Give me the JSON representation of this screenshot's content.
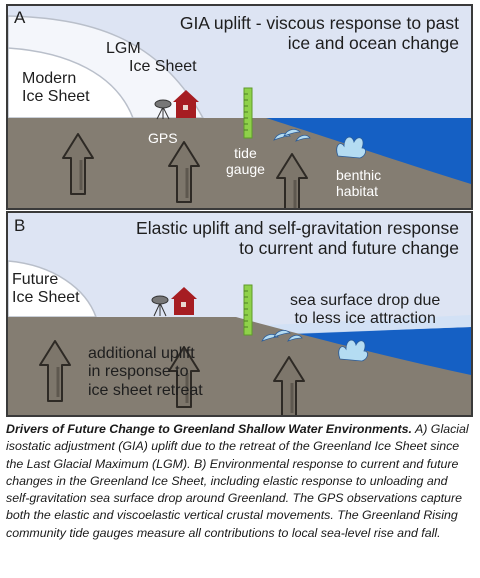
{
  "panel_a": {
    "letter": "A",
    "title_line1": "GIA uplift - viscous response to past",
    "title_line2": "ice and ocean change",
    "modern_ice_line1": "Modern",
    "modern_ice_line2": "Ice Sheet",
    "lgm_line1": "LGM",
    "lgm_line2": "Ice Sheet",
    "gps": "GPS",
    "tide_line1": "tide",
    "tide_line2": "gauge",
    "benthic_line1": "benthic",
    "benthic_line2": "habitat"
  },
  "panel_b": {
    "letter": "B",
    "title_line1": "Elastic uplift and self-gravitation response",
    "title_line2": "to current and future change",
    "future_line1": "Future",
    "future_line2": "Ice Sheet",
    "sea_drop_line1": "sea surface drop due",
    "sea_drop_line2": "to less ice attraction",
    "uplift_line1": "additional uplift",
    "uplift_line2": "in response to",
    "uplift_line3": "ice sheet retreat"
  },
  "caption": {
    "title": "Drivers of Future Change to Greenland Shallow Water Environments.",
    "body": " A) Glacial isostatic adjustment (GIA) uplift due to the retreat of the Greenland Ice Sheet since the Last Glacial Maximum (LGM). B) Environmental response to current and future changes in the Greenland Ice Sheet, including elastic response to unloading and self-gravitation sea surface drop around Greenland. The GPS observations capture both the elastic and viscoelastic vertical crustal movements. The Greenland Rising community tide gauges measure all contributions to local sea-level rise and fall."
  },
  "colors": {
    "sky": "#dde4f3",
    "ground": "#847d72",
    "sea": "#1560c4",
    "ice": "#ffffff",
    "house": "#a61d22",
    "gauge": "#8fd14a",
    "coral": "#b4dcf2"
  }
}
